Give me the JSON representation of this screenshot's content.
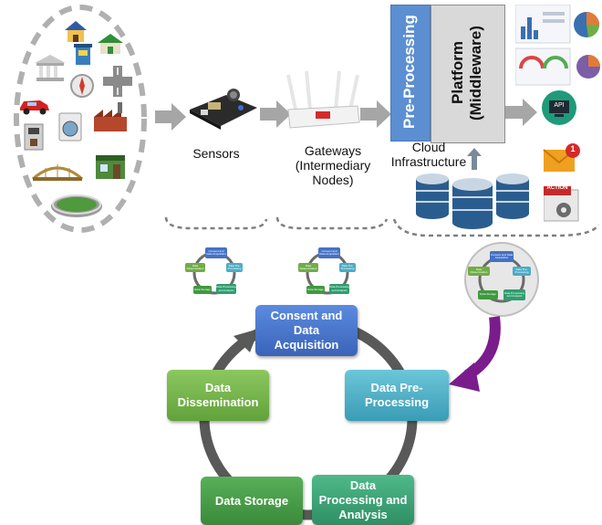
{
  "stages": {
    "sensors": "Sensors",
    "gateways": "Gateways\n(Intermediary\nNodes)",
    "cloud": "Cloud\nInfrastructure",
    "preprocessing": "Pre-Processing",
    "platform": "Platform\n(Middleware)"
  },
  "outputs": {
    "api_label": "API",
    "mail_badge": "1",
    "action_label": "ACTION"
  },
  "lifecycle": {
    "consent": "Consent and\nData\nAcquisition",
    "preprocessing": "Data Pre-\nProcessing",
    "analysis": "Data\nProcessing and\nAnalysis",
    "storage": "Data Storage",
    "dissemination": "Data\nDissemination"
  },
  "mini_cycle": {
    "consent": "Consent and Data Acquisition",
    "preprocessing": "Data Pre-Processing",
    "analysis": "Data Processing and Analysis",
    "storage": "Data Storage",
    "dissemination": "Data Dissemination"
  },
  "colors": {
    "consent": "#4472c4",
    "preprocessing": "#4bacc6",
    "analysis": "#2e9e6e",
    "storage": "#3f9a3f",
    "dissemination": "#70ad47",
    "cycle_ring": "#595959",
    "purple_arrow": "#7b1c8c",
    "gray_arrow": "#a6a6a6"
  }
}
